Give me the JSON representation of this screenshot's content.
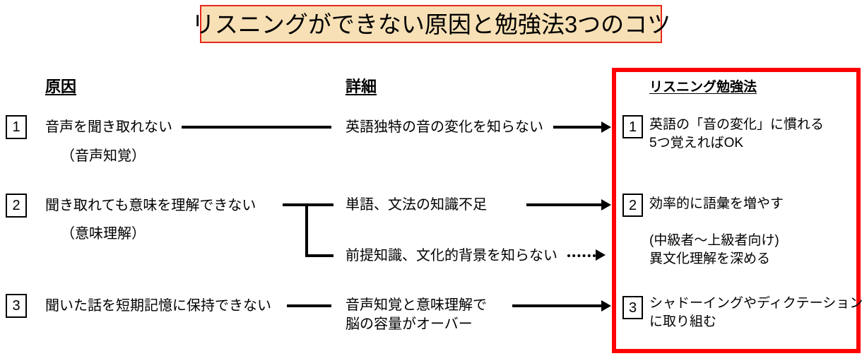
{
  "title": {
    "text": "リスニングができない原因と勉強法3つのコツ",
    "fill_color": "#F7E0B5",
    "border_color": "#E8271C"
  },
  "columns": {
    "cause_header": "原因",
    "detail_header": "詳細",
    "method_header": "リスニング勉強法"
  },
  "rows": [
    {
      "number": "1",
      "cause": "音声を聞き取れない",
      "cause_sub": "（音声知覚）",
      "details": [
        {
          "text": "英語独特の音の変化を知らない",
          "arrow": "solid"
        }
      ]
    },
    {
      "number": "2",
      "cause": "聞き取れても意味を理解できない",
      "cause_sub": "（意味理解）",
      "details": [
        {
          "text": "単語、文法の知識不足",
          "arrow": "solid"
        },
        {
          "text": "前提知識、文化的背景を知らない",
          "arrow": "dotted"
        }
      ]
    },
    {
      "number": "3",
      "cause": "聞いた話を短期記憶に保持できない",
      "cause_sub": "",
      "details": [
        {
          "text": "音声知覚と意味理解で",
          "text2": "脳の容量がオーバー",
          "arrow": "solid"
        }
      ]
    }
  ],
  "methods": [
    {
      "number": "1",
      "line1": "英語の「音の変化」に慣れる",
      "line2": "5つ覚えればOK",
      "line3": "",
      "line4": ""
    },
    {
      "number": "2",
      "line1": "効率的に語彙を増やす",
      "line2": "",
      "line3": "(中級者～上級者向け)",
      "line4": "異文化理解を深める"
    },
    {
      "number": "3",
      "line1": "シャドーイングやディクテーション",
      "line2": "に取り組む",
      "line3": "",
      "line4": ""
    }
  ],
  "panel": {
    "border_color": "#FF0000"
  }
}
